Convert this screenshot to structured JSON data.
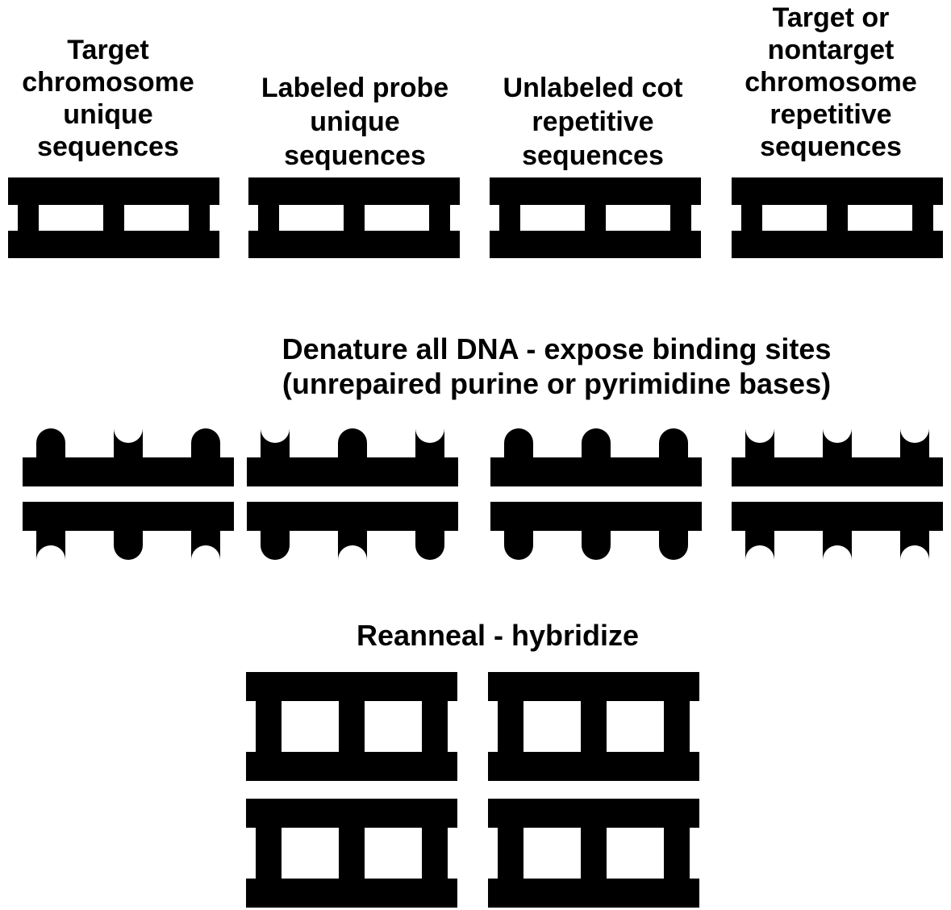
{
  "colors": {
    "ink": "#000000",
    "background": "#ffffff"
  },
  "labels": {
    "col1": [
      "Target",
      "chromosome",
      "unique",
      "sequences"
    ],
    "col2": [
      "Labeled probe",
      "unique",
      "sequences"
    ],
    "col3": [
      "Unlabeled cot",
      "repetitive",
      "sequences"
    ],
    "col4": [
      "Target or",
      "nontarget",
      "chromosome",
      "repetitive",
      "sequences"
    ]
  },
  "steps": {
    "denature": [
      "Denature all DNA - expose binding sites",
      "(unrepaired purine or pyrimidine bases)"
    ],
    "reanneal": "Reanneal - hybridize"
  },
  "denatured_strands": [
    {
      "top": [
        "bump",
        "notch",
        "bump"
      ],
      "bottom": [
        "notch",
        "bump",
        "notch"
      ]
    },
    {
      "top": [
        "notch",
        "bump",
        "notch"
      ],
      "bottom": [
        "bump",
        "notch",
        "bump"
      ]
    },
    {
      "top": [
        "bump",
        "bump",
        "bump"
      ],
      "bottom": [
        "bump",
        "bump",
        "bump"
      ]
    },
    {
      "top": [
        "notch",
        "notch",
        "notch"
      ],
      "bottom": [
        "notch",
        "notch",
        "notch"
      ]
    }
  ],
  "icons": {
    "duplex": "dna-duplex-icon",
    "strand": "dna-strand-icon"
  }
}
